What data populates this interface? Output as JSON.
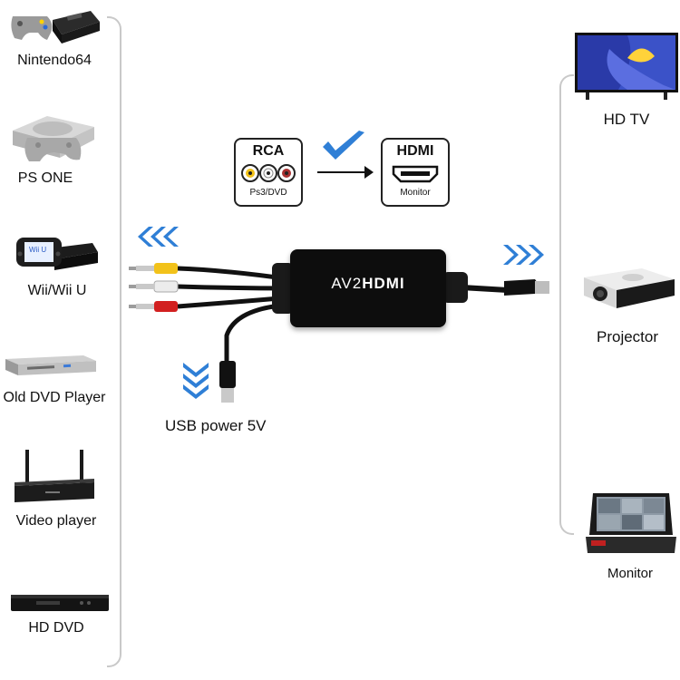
{
  "sources": [
    {
      "label": "Nintendo64",
      "icon": "nintendo64-console-icon"
    },
    {
      "label": "PS ONE",
      "icon": "ps-one-console-icon"
    },
    {
      "label": "Wii/Wii U",
      "icon": "wii-u-console-icon"
    },
    {
      "label": "Old DVD Player",
      "icon": "dvd-player-icon"
    },
    {
      "label": "Video player",
      "icon": "video-player-router-icon"
    },
    {
      "label": "HD DVD",
      "icon": "hd-dvd-player-icon"
    }
  ],
  "displays": [
    {
      "label": "HD TV",
      "icon": "tv-icon"
    },
    {
      "label": "Projector",
      "icon": "projector-icon"
    },
    {
      "label": "Monitor",
      "icon": "monitor-icon"
    }
  ],
  "conversion": {
    "input_title": "RCA",
    "input_sub": "Ps3/DVD",
    "output_title": "HDMI",
    "output_sub": "Monitor"
  },
  "adapter": {
    "label_prefix": "AV2",
    "label_main": "HDMI"
  },
  "usb_label": "USB power 5V",
  "colors": {
    "accent_blue": "#2f7fd6",
    "rca_yellow": "#f2c21a",
    "rca_white": "#e8e8e8",
    "rca_red": "#d22020",
    "bracket": "#c9c9c9"
  }
}
